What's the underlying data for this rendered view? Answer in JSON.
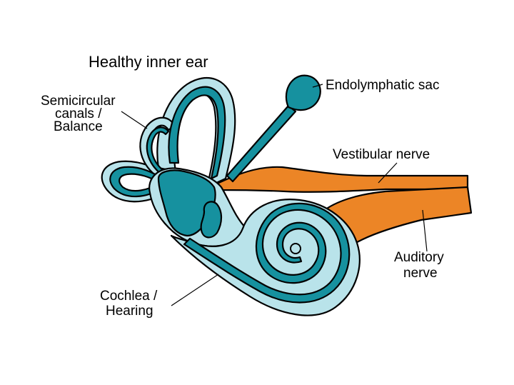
{
  "diagram": {
    "title": "Healthy inner ear",
    "labels": {
      "semicircular_line1": "Semicircular",
      "semicircular_line2": "canals /",
      "semicircular_line3": "Balance",
      "endolymphatic_sac": "Endolymphatic sac",
      "vestibular_nerve": "Vestibular nerve",
      "auditory_line1": "Auditory",
      "auditory_line2": "nerve",
      "cochlea_line1": "Cochlea /",
      "cochlea_line2": "Hearing"
    },
    "colors": {
      "membrane_light": "#b9e3ea",
      "membrane_dark": "#16919f",
      "nerve": "#ec8526",
      "outline": "#000000",
      "background": "#ffffff"
    }
  }
}
